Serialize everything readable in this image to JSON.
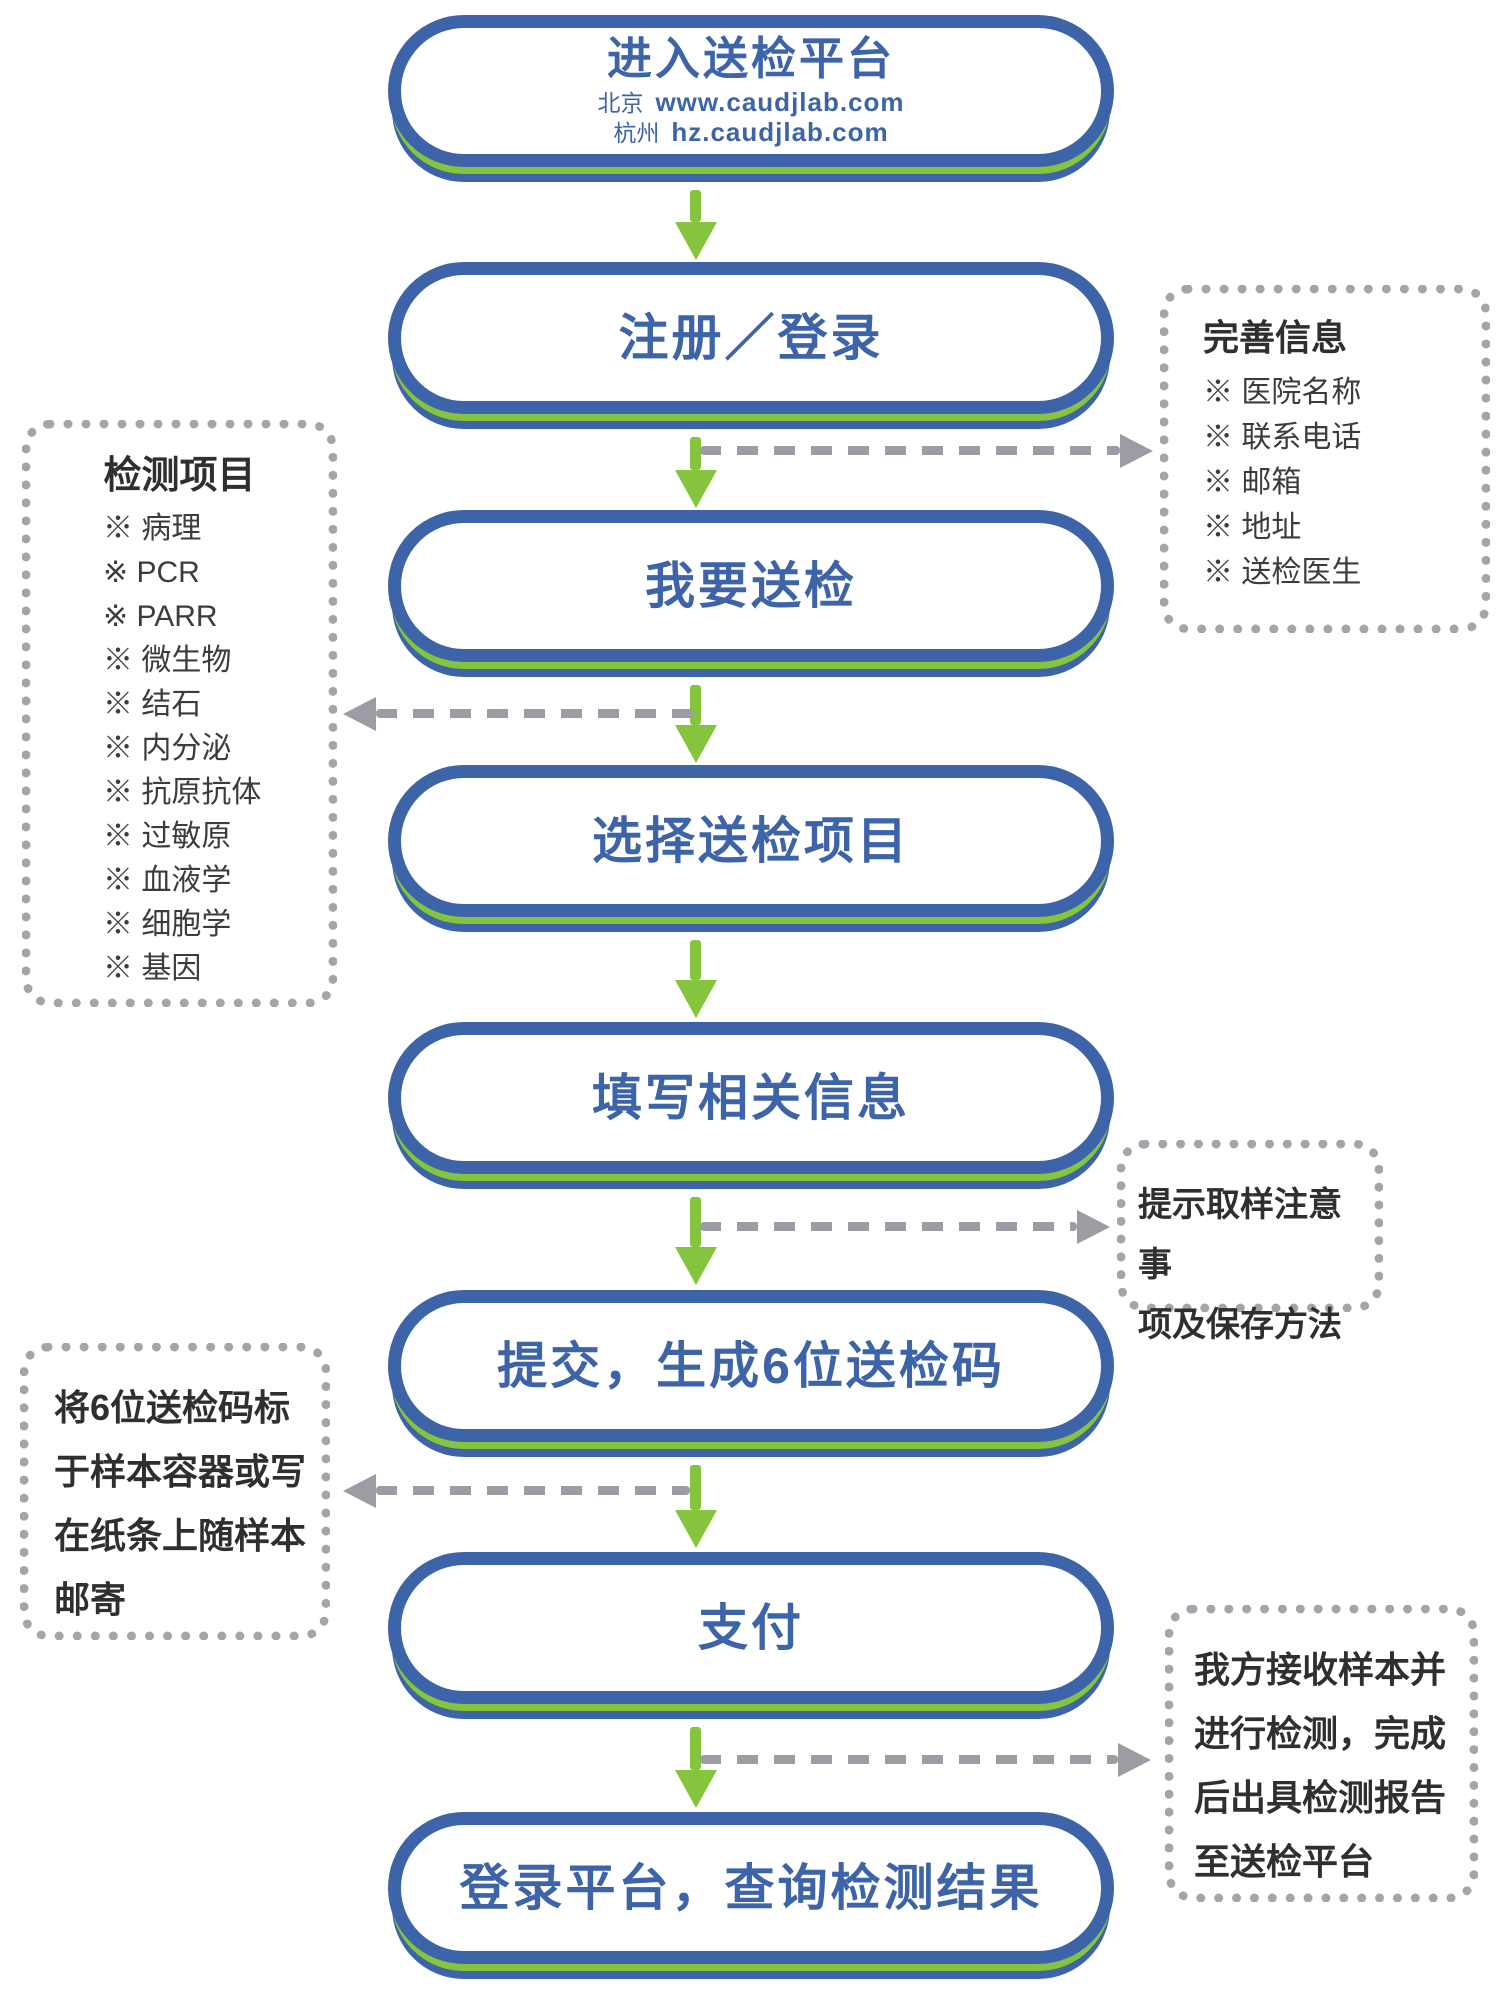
{
  "flow_nodes": [
    {
      "title": "进入送检平台",
      "links": [
        {
          "label": "北京",
          "url": "www.caudjlab.com"
        },
        {
          "label": "杭州",
          "url": "hz.caudjlab.com"
        }
      ]
    },
    {
      "title": "注册／登录"
    },
    {
      "title": "我要送检"
    },
    {
      "title": "选择送检项目"
    },
    {
      "title": "填写相关信息"
    },
    {
      "title": "提交，生成6位送检码"
    },
    {
      "title": "支付"
    },
    {
      "title": "登录平台，查询检测结果"
    }
  ],
  "side_boxes": {
    "complete_info": {
      "title": "完善信息",
      "items": [
        "※ 医院名称",
        "※ 联系电话",
        "※ 邮箱",
        "※ 地址",
        "※ 送检医生"
      ]
    },
    "test_items": {
      "title": "检测项目",
      "items": [
        "※ 病理",
        "※ PCR",
        "※ PARR",
        "※ 微生物",
        "※ 结石",
        "※ 内分泌",
        "※ 抗原抗体",
        "※ 过敏原",
        "※ 血液学",
        "※ 细胞学",
        "※ 基因"
      ]
    },
    "sampling_tips": {
      "lines": [
        "提示取样注意事",
        "项及保存方法"
      ]
    },
    "code_label": {
      "lines": [
        "将6位送检码标",
        "于样本容器或写",
        "在纸条上随样本",
        "邮寄"
      ]
    },
    "receive_test": {
      "lines": [
        "我方接收样本并",
        "进行检测，完成",
        "后出具检测报告",
        "至送检平台"
      ]
    }
  },
  "colors": {
    "node_blue": "#3d64a8",
    "accent_green": "#85c43d",
    "connector_gray": "#9c9ca4",
    "text_dark": "#353535"
  }
}
